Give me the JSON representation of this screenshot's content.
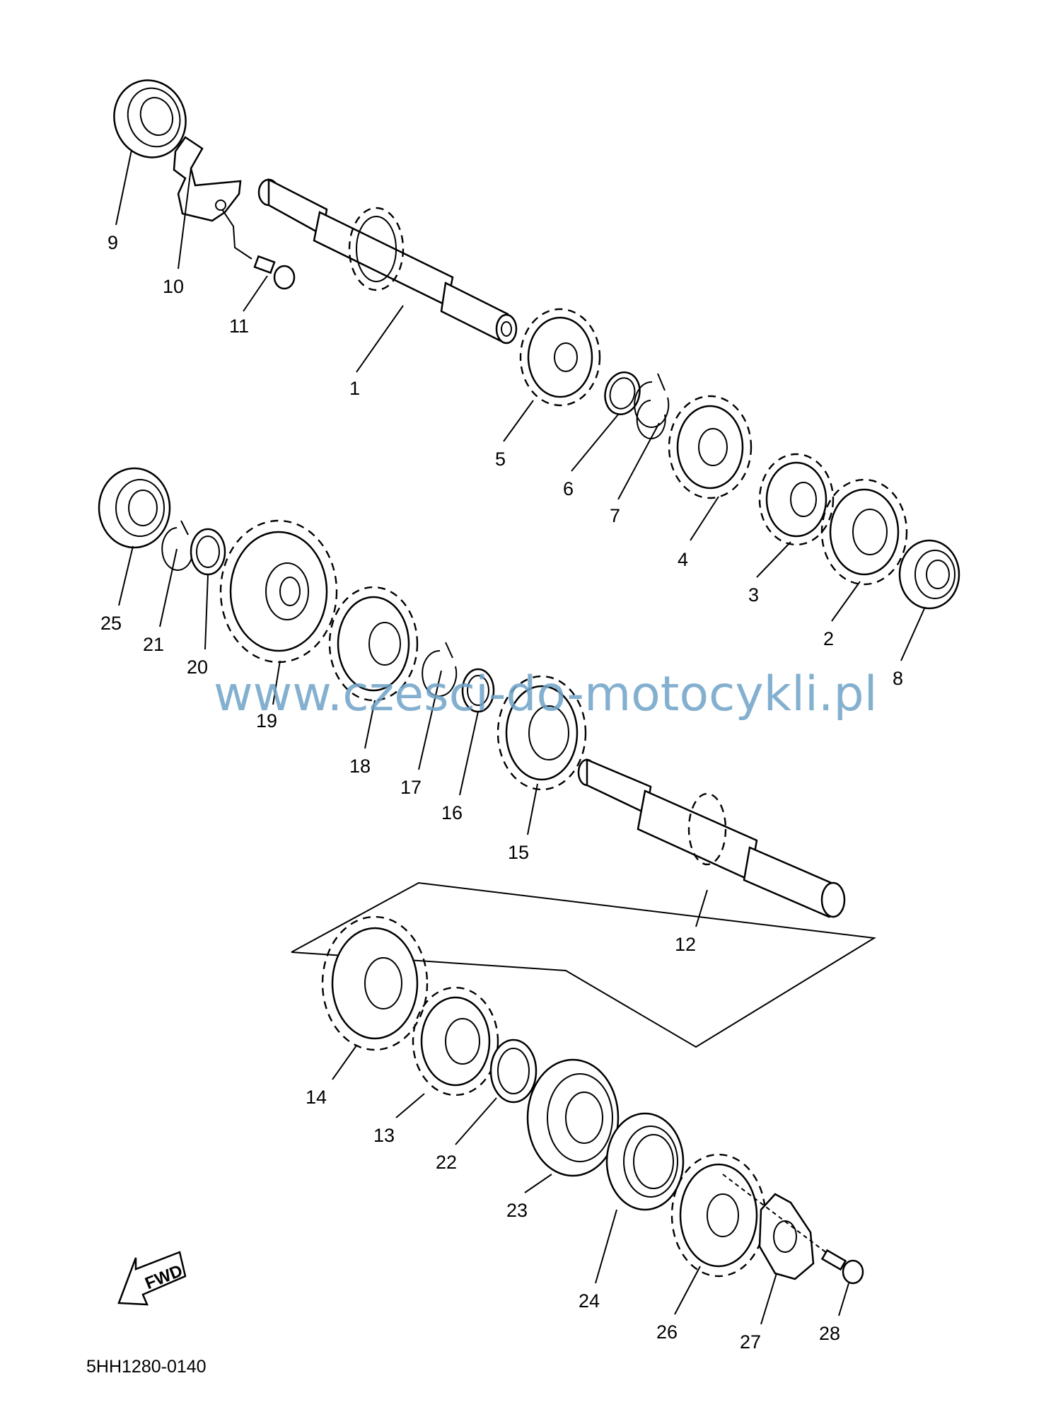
{
  "diagram": {
    "code": "5HH1280-0140",
    "watermark": "www.czesci-do-motocykli.pl",
    "fwd_label": "FWD",
    "parts": [
      {
        "id": "part-1",
        "label": "1",
        "kind": "shaft"
      },
      {
        "id": "part-2",
        "label": "2",
        "kind": "gear"
      },
      {
        "id": "part-3",
        "label": "3",
        "kind": "gear"
      },
      {
        "id": "part-4",
        "label": "4",
        "kind": "gear"
      },
      {
        "id": "part-5",
        "label": "5",
        "kind": "gear"
      },
      {
        "id": "part-6",
        "label": "6",
        "kind": "washer"
      },
      {
        "id": "part-7",
        "label": "7",
        "kind": "circlip"
      },
      {
        "id": "part-8",
        "label": "8",
        "kind": "bearing"
      },
      {
        "id": "part-9",
        "label": "9",
        "kind": "bearing"
      },
      {
        "id": "part-10",
        "label": "10",
        "kind": "plate"
      },
      {
        "id": "part-11",
        "label": "11",
        "kind": "screw"
      },
      {
        "id": "part-12",
        "label": "12",
        "kind": "shaft"
      },
      {
        "id": "part-13",
        "label": "13",
        "kind": "gear"
      },
      {
        "id": "part-14",
        "label": "14",
        "kind": "gear"
      },
      {
        "id": "part-15",
        "label": "15",
        "kind": "gear"
      },
      {
        "id": "part-16",
        "label": "16",
        "kind": "washer"
      },
      {
        "id": "part-17",
        "label": "17",
        "kind": "circlip"
      },
      {
        "id": "part-18",
        "label": "18",
        "kind": "gear"
      },
      {
        "id": "part-19",
        "label": "19",
        "kind": "gear"
      },
      {
        "id": "part-20",
        "label": "20",
        "kind": "washer"
      },
      {
        "id": "part-21",
        "label": "21",
        "kind": "circlip"
      },
      {
        "id": "part-22",
        "label": "22",
        "kind": "washer"
      },
      {
        "id": "part-23",
        "label": "23",
        "kind": "bearing"
      },
      {
        "id": "part-24",
        "label": "24",
        "kind": "seal"
      },
      {
        "id": "part-25",
        "label": "25",
        "kind": "bearing"
      },
      {
        "id": "part-26",
        "label": "26",
        "kind": "sprocket"
      },
      {
        "id": "part-27",
        "label": "27",
        "kind": "plate"
      },
      {
        "id": "part-28",
        "label": "28",
        "kind": "bolt"
      }
    ]
  }
}
